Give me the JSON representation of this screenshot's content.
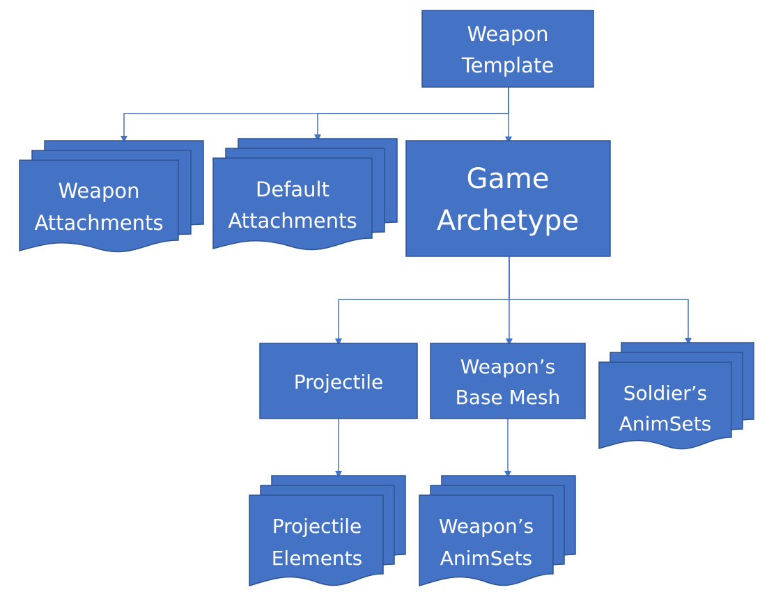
{
  "diagram": {
    "colors": {
      "fill": "#4472c4",
      "stroke": "#2f528f",
      "connector": "#4472c4",
      "text": "#ffffff"
    },
    "nodes": {
      "weapon_template": {
        "line1": "Weapon",
        "line2": "Template"
      },
      "weapon_attachments": {
        "line1": "Weapon",
        "line2": "Attachments"
      },
      "default_attachments": {
        "line1": "Default",
        "line2": "Attachments"
      },
      "game_archetype": {
        "line1": "Game",
        "line2": "Archetype"
      },
      "projectile": {
        "line1": "Projectile"
      },
      "weapons_base_mesh": {
        "line1": "Weapon’s",
        "line2": "Base Mesh"
      },
      "soldiers_animsets": {
        "line1": "Soldier’s",
        "line2": "AnimSets"
      },
      "projectile_elements": {
        "line1": "Projectile",
        "line2": "Elements"
      },
      "weapons_animsets": {
        "line1": "Weapon’s",
        "line2": "AnimSets"
      }
    }
  }
}
